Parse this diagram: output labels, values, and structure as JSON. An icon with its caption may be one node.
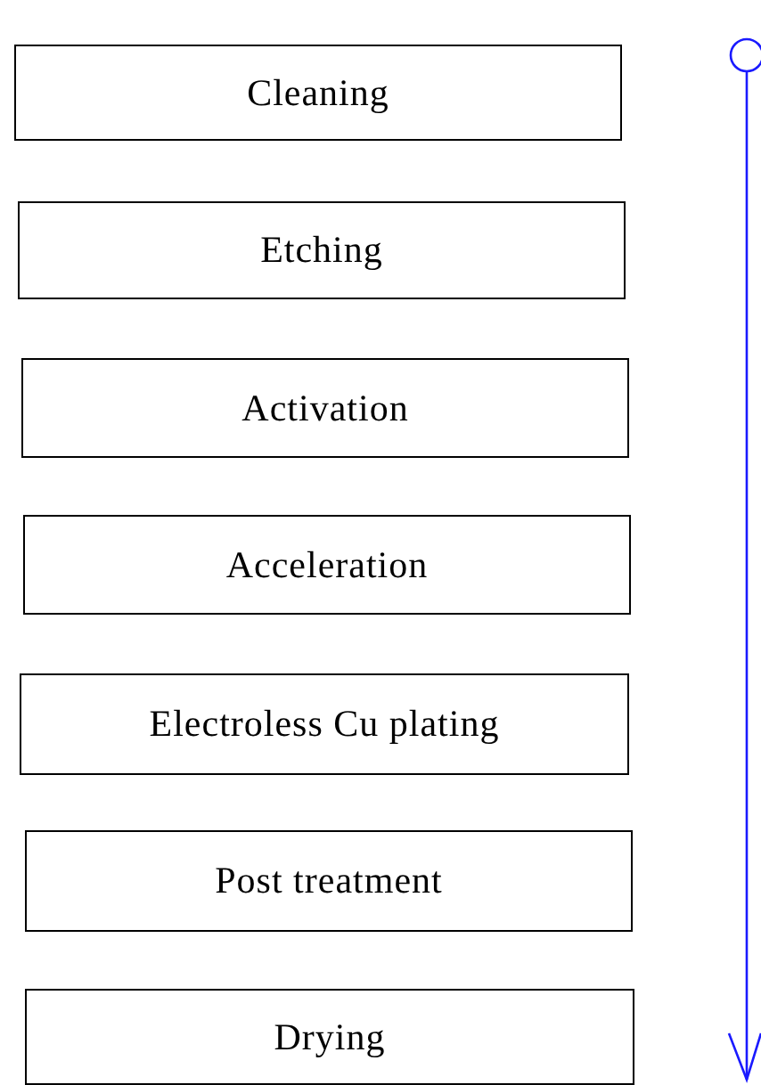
{
  "diagram": {
    "nodes": [
      {
        "text": [
          "Cleaning"
        ]
      },
      {
        "text": [
          "Etching"
        ]
      },
      {
        "text": [
          "Activation"
        ]
      },
      {
        "text": [
          "Acceleration"
        ]
      },
      {
        "text": [
          "Electroless Cu plating"
        ]
      },
      {
        "text": [
          "Post treatment"
        ]
      },
      {
        "text": [
          "Drying"
        ]
      }
    ]
  }
}
